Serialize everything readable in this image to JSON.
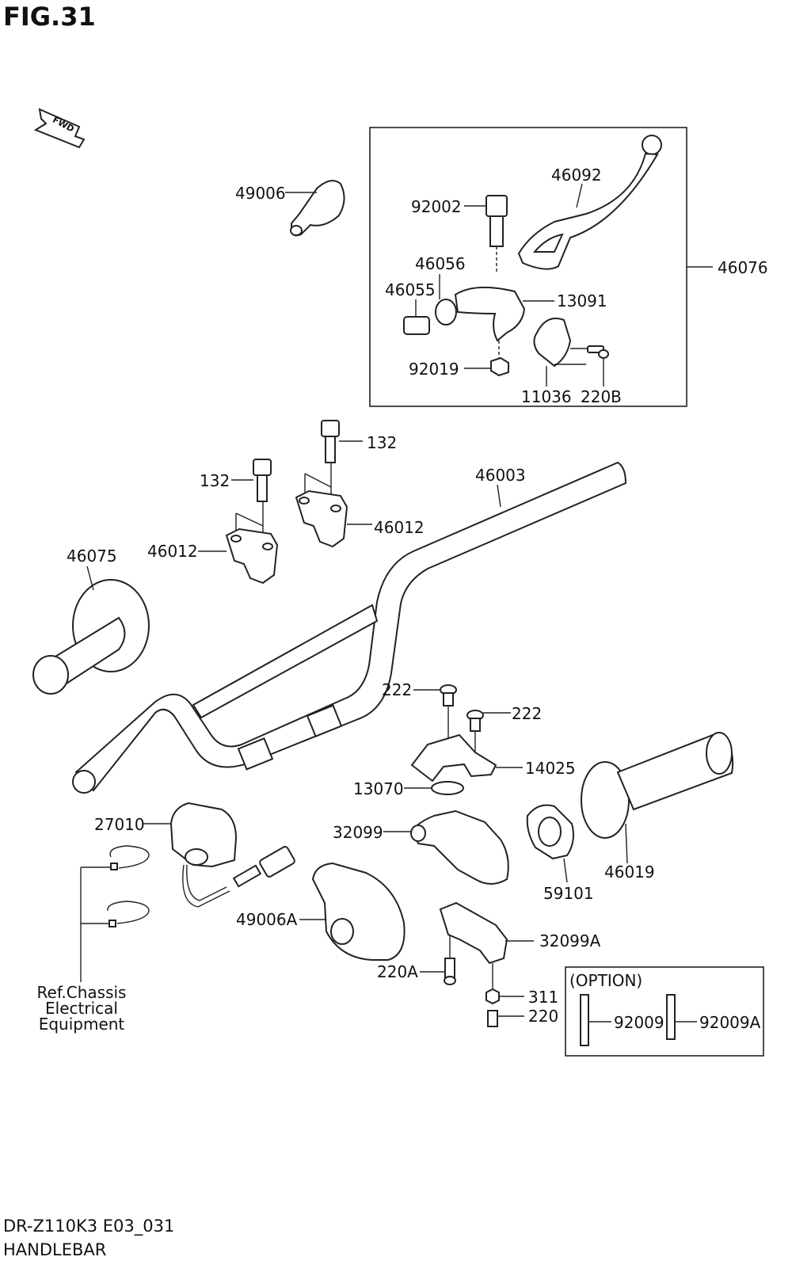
{
  "figure": {
    "title": "FIG.31"
  },
  "footer": {
    "model": "DR-Z110K3 E03_031",
    "name": "HANDLEBAR"
  },
  "fwd_label": "FWD",
  "option_box_label": "(OPTION)",
  "ref_note": [
    "Ref.Chassis",
    "Electrical",
    "Equipment"
  ],
  "labels": {
    "p49006": "49006",
    "p92002": "92002",
    "p46092": "46092",
    "p46056": "46056",
    "p46055": "46055",
    "p13091": "13091",
    "p46076": "46076",
    "p92019": "92019",
    "p11036": "11036",
    "p220B": "220B",
    "p132a": "132",
    "p132b": "132",
    "p46003": "46003",
    "p46012a": "46012",
    "p46012b": "46012",
    "p46075": "46075",
    "p222a": "222",
    "p222b": "222",
    "p14025": "14025",
    "p13070": "13070",
    "p27010": "27010",
    "p32099": "32099",
    "p59101": "59101",
    "p46019": "46019",
    "p49006A": "49006A",
    "p32099A": "32099A",
    "p220A": "220A",
    "p311": "311",
    "p220": "220",
    "p92009": "92009",
    "p92009A": "92009A"
  }
}
